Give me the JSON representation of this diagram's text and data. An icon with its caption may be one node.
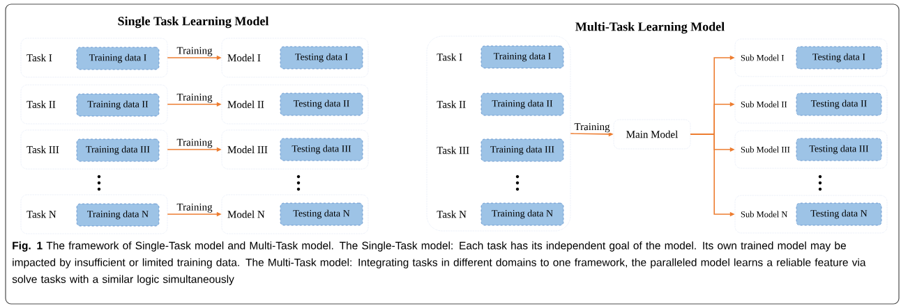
{
  "diagram": {
    "caption": "**Fig. 1** The framework of Single-Task model and Multi-Task model. The Single-Task model: Each task has its independent goal of the model. Its own trained model may be impacted by insufficient or limited training data. The Multi-Task model: Integrating tasks in different domains to one framework, the paralleled model learns a reliable feature via solve tasks with a similar logic simultaneously",
    "nodes": [
      {
        "text": [
          "Task I"
        ]
      },
      {
        "text": [
          "Training data I"
        ],
        "in": 0
      },
      {
        "text": [
          "Model I"
        ]
      },
      {
        "text": [
          "Testing data I"
        ],
        "in": 2
      },
      {
        "text": [
          "Task II"
        ]
      },
      {
        "text": [
          "Training data II"
        ],
        "in": 4
      },
      {
        "text": [
          "Model II"
        ]
      },
      {
        "text": [
          "Testing data II"
        ],
        "in": 6
      },
      {
        "text": [
          "Task III"
        ]
      },
      {
        "text": [
          "Training data III"
        ],
        "in": 8
      },
      {
        "text": [
          "Model III"
        ]
      },
      {
        "text": [
          "Testing data III"
        ],
        "in": 10
      },
      {
        "text": [
          "Task N"
        ]
      },
      {
        "text": [
          "Training data N"
        ],
        "in": 12
      },
      {
        "text": [
          "Model N"
        ]
      },
      {
        "text": [
          "Testing data N"
        ],
        "in": 14
      },
      {
        "text": [
          "Task I",
          "Task II",
          "Task III",
          "Task N"
        ]
      },
      {
        "text": [
          "Training data I"
        ],
        "in": 16
      },
      {
        "text": [
          "Training data II"
        ],
        "in": 16
      },
      {
        "text": [
          "Training data III"
        ],
        "in": 16
      },
      {
        "text": [
          "Training data N"
        ],
        "in": 16
      },
      {
        "text": [
          "Main Model"
        ]
      },
      {
        "text": [
          "Sub Model I"
        ]
      },
      {
        "text": [
          "Testing data I"
        ],
        "in": 22
      },
      {
        "text": [
          "Sub Model II"
        ]
      },
      {
        "text": [
          "Testing data II"
        ],
        "in": 24
      },
      {
        "text": [
          "Sub Model III"
        ]
      },
      {
        "text": [
          "Testing data III"
        ],
        "in": 26
      },
      {
        "text": [
          "Sub Model N"
        ]
      },
      {
        "text": [
          "Testing data N"
        ],
        "in": 28
      }
    ],
    "edges": [
      {
        "from": 0,
        "to": 2,
        "arrow": "to",
        "label": "Training"
      },
      {
        "from": 4,
        "to": 6,
        "arrow": "to",
        "label": "Training"
      },
      {
        "from": 8,
        "to": 10,
        "arrow": "to",
        "label": "Training"
      },
      {
        "from": 12,
        "to": 14,
        "arrow": "to",
        "label": "Training"
      },
      {
        "from": 16,
        "to": 21,
        "arrow": "to",
        "label": "Training"
      },
      {
        "from": 21,
        "to": 22,
        "arrow": "to"
      },
      {
        "from": 21,
        "to": 24,
        "arrow": "to"
      },
      {
        "from": 21,
        "to": 26,
        "arrow": "to"
      },
      {
        "from": 21,
        "to": 28,
        "arrow": "to"
      }
    ],
    "labels": [
      "Single Task Learning Model",
      "Multi-Task Learning Model"
    ]
  }
}
